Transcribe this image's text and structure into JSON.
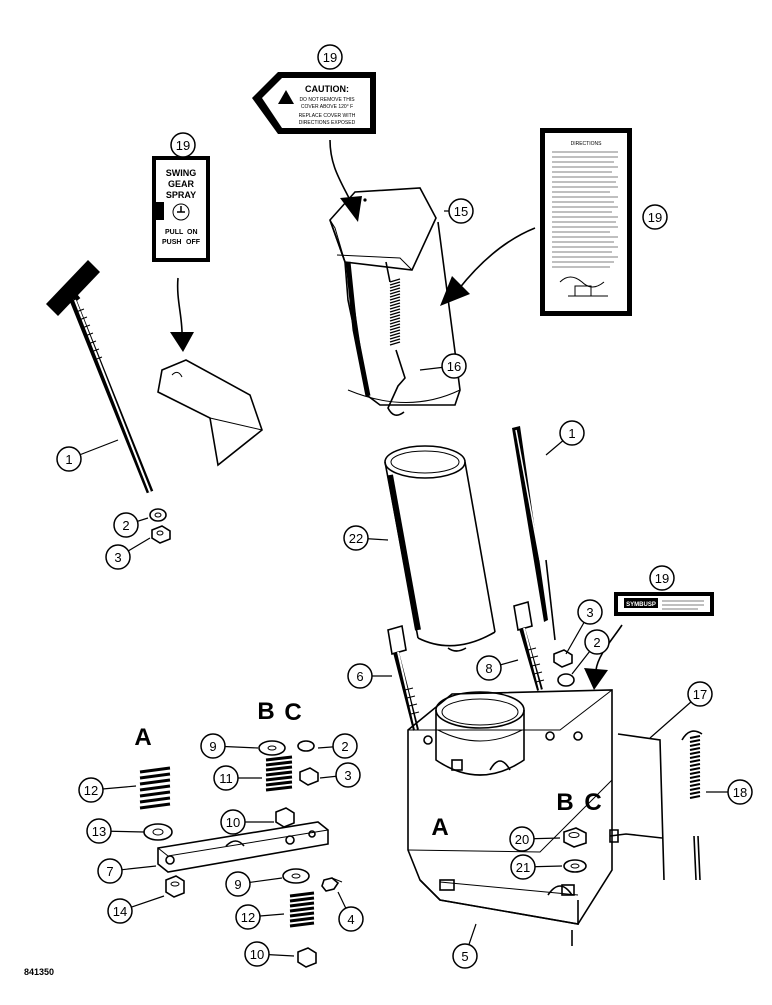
{
  "figure_id": "841350",
  "callouts": [
    {
      "n": "19"
    },
    {
      "n": "19"
    },
    {
      "n": "19"
    },
    {
      "n": "19"
    },
    {
      "n": "15"
    },
    {
      "n": "16"
    },
    {
      "n": "1"
    },
    {
      "n": "2"
    },
    {
      "n": "3"
    },
    {
      "n": "22"
    },
    {
      "n": "1"
    },
    {
      "n": "3"
    },
    {
      "n": "2"
    },
    {
      "n": "6"
    },
    {
      "n": "8"
    },
    {
      "n": "17"
    },
    {
      "n": "9"
    },
    {
      "n": "2"
    },
    {
      "n": "3"
    },
    {
      "n": "12"
    },
    {
      "n": "11"
    },
    {
      "n": "10"
    },
    {
      "n": "13"
    },
    {
      "n": "7"
    },
    {
      "n": "9"
    },
    {
      "n": "4"
    },
    {
      "n": "14"
    },
    {
      "n": "12"
    },
    {
      "n": "10"
    },
    {
      "n": "20"
    },
    {
      "n": "21"
    },
    {
      "n": "18"
    },
    {
      "n": "5"
    }
  ],
  "letters": [
    "A",
    "B",
    "C",
    "A",
    "B",
    "C"
  ],
  "caution_decal": {
    "title": "CAUTION:",
    "line1": "DO NOT REMOVE THIS",
    "line2": "COVER ABOVE 120° F",
    "line3": "REPLACE COVER WITH",
    "line4": "DIRECTIONS EXPOSED"
  },
  "swing_decal": {
    "line1": "SWING",
    "line2": "GEAR",
    "line3": "SPRAY",
    "pull": "PULL",
    "on": "ON",
    "push": "PUSH",
    "off": "OFF"
  },
  "directions_decal": {
    "title": "DIRECTIONS"
  },
  "small_decal": {
    "text": "SYMBUSP"
  }
}
